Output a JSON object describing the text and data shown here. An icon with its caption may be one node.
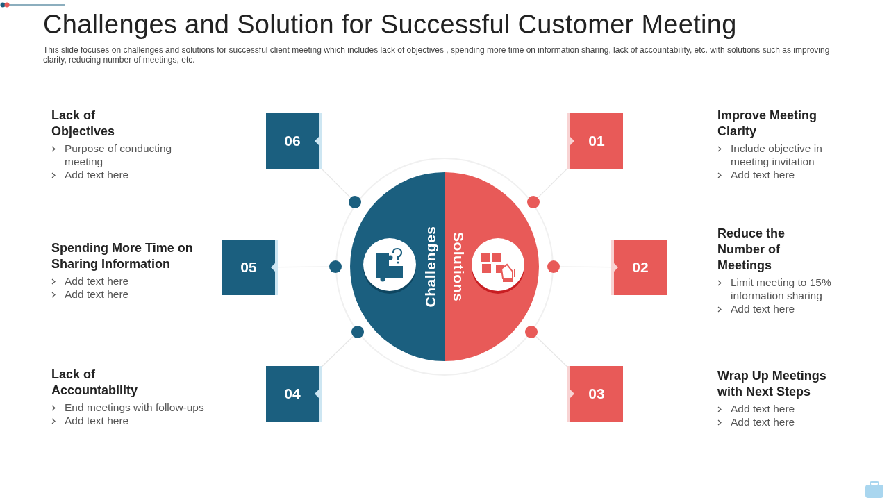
{
  "diagram": {
    "title": "Challenges and Solution for Successful Customer Meeting",
    "caption": "This slide focuses on challenges and solutions for successful client meeting which includes lack of objectives ,  spending more time on information sharing, lack of accountability, etc. with solutions such as improving clarity,  reducing number of meetings, etc.",
    "nodes": [
      {
        "text": [
          "Challenges"
        ]
      },
      {
        "text": [
          "Solutions"
        ]
      },
      {
        "text": [
          "06"
        ]
      },
      {
        "text": [
          "01"
        ]
      },
      {
        "text": [
          "05"
        ]
      },
      {
        "text": [
          "02"
        ]
      },
      {
        "text": [
          "04"
        ]
      },
      {
        "text": [
          "03"
        ]
      },
      {
        "text": [],
        "shape": "circle"
      },
      {
        "text": [],
        "shape": "circle"
      },
      {
        "text": [],
        "shape": "circle"
      },
      {
        "text": [],
        "shape": "circle"
      },
      {
        "text": [],
        "shape": "circle"
      },
      {
        "text": [],
        "shape": "circle"
      }
    ],
    "edges": [
      {
        "from": 8,
        "to": 2,
        "arrow": "none"
      },
      {
        "from": 9,
        "to": 3,
        "arrow": "none"
      },
      {
        "from": 10,
        "to": 4,
        "arrow": "none"
      },
      {
        "from": 11,
        "to": 5,
        "arrow": "none"
      },
      {
        "from": 12,
        "to": 6,
        "arrow": "none"
      },
      {
        "from": 13,
        "to": 7,
        "arrow": "none"
      }
    ],
    "labels": [
      "Lack of Objectives",
      "Purpose of conducting meeting",
      "Add text here",
      "Improve Meeting Clarity",
      "Include objective in meeting invitation",
      "Add text here",
      "Spending More Time on Sharing Information",
      "Add text here",
      "Add text here",
      "Reduce the Number of Meetings",
      "Limit meeting to 15% information sharing",
      "Add text here",
      "Lack of Accountability",
      "End meetings with follow-ups",
      "Add text here",
      "Wrap Up Meetings with Next Steps",
      "Add text here",
      "Add text here"
    ]
  }
}
